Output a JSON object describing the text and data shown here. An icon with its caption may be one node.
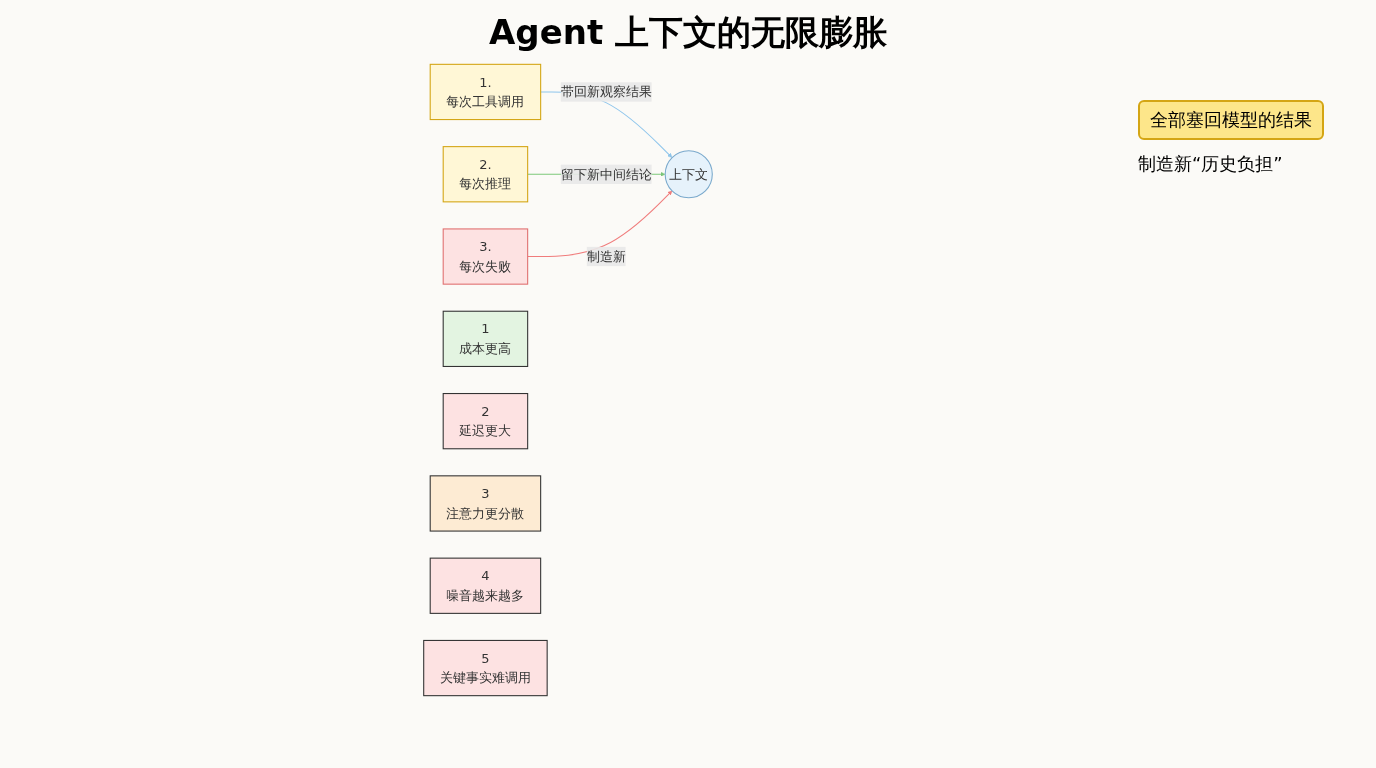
{
  "diagram": {
    "title": "Agent 上下文的无限膨胀",
    "nodes": [
      {
        "text": [
          "1.",
          "每次工具调用"
        ]
      },
      {
        "text": [
          "2.",
          "每次推理"
        ]
      },
      {
        "text": [
          "3.",
          "每次失败"
        ]
      },
      {
        "text": [
          "上下文"
        ]
      },
      {
        "text": [
          "1",
          "成本更高"
        ]
      },
      {
        "text": [
          "2",
          "延迟更大"
        ]
      },
      {
        "text": [
          "3",
          "注意力更分散"
        ]
      },
      {
        "text": [
          "4",
          "噪音越来越多"
        ]
      },
      {
        "text": [
          "5",
          "关键事实难调用"
        ]
      }
    ],
    "edges": [
      {
        "from": 0,
        "to": 3,
        "arrow": "to",
        "label": "带回新观察结果",
        "color": "#8ec5ec"
      },
      {
        "from": 1,
        "to": 3,
        "arrow": "to",
        "label": "留下新中间结论",
        "color": "#7cc87a"
      },
      {
        "from": 2,
        "to": 3,
        "arrow": "to",
        "label": "制造新",
        "color": "#f07c7c"
      }
    ],
    "labels": [
      "全部塞回模型的结果",
      "制造新“历史负担”"
    ]
  }
}
